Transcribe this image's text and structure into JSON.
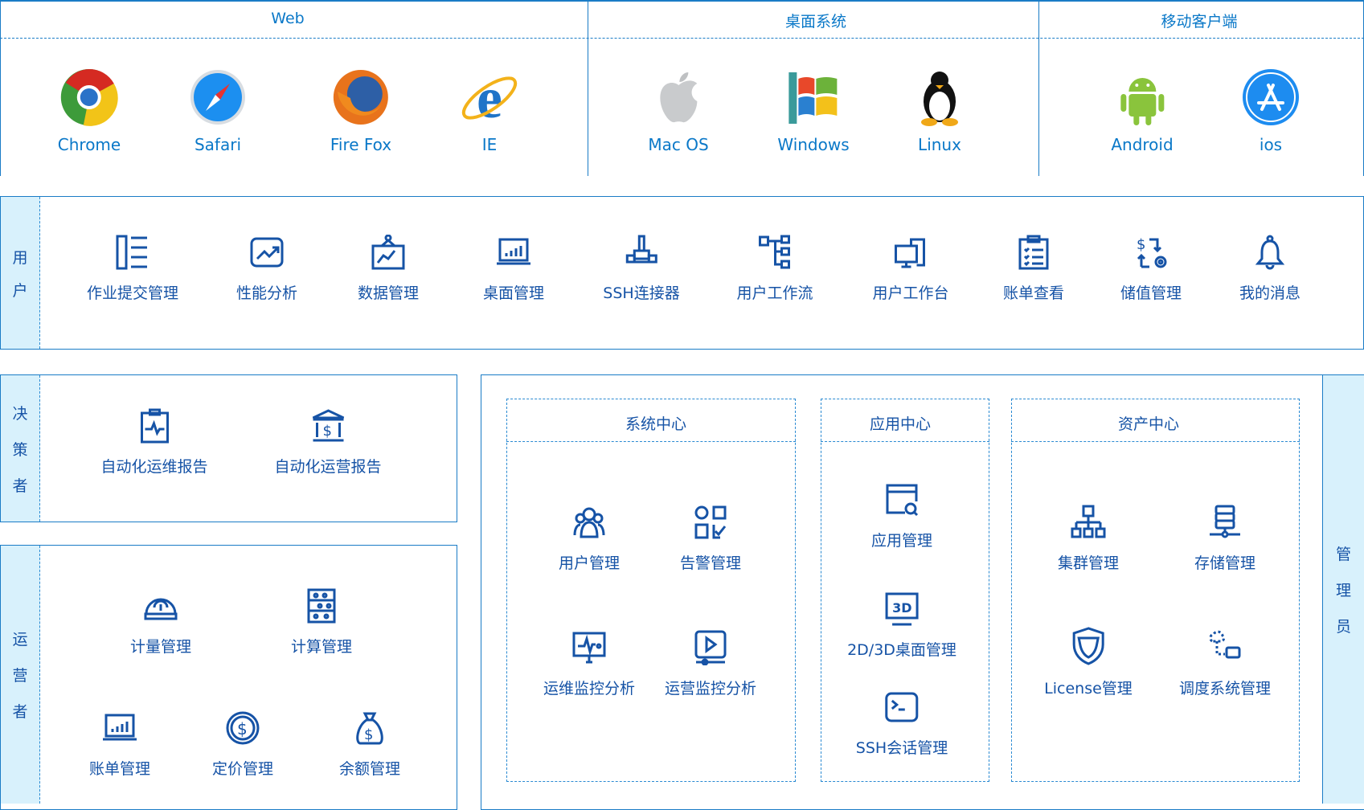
{
  "clients": {
    "groups": [
      {
        "title": "Web"
      },
      {
        "title": "桌面系统"
      },
      {
        "title": "移动客户端"
      }
    ],
    "items": [
      {
        "label": "Chrome",
        "icon": "chrome-icon"
      },
      {
        "label": "Safari",
        "icon": "safari-icon"
      },
      {
        "label": "Fire Fox",
        "icon": "firefox-icon"
      },
      {
        "label": "IE",
        "icon": "ie-icon"
      },
      {
        "label": "Mac OS",
        "icon": "apple-icon"
      },
      {
        "label": "Windows",
        "icon": "windows-icon"
      },
      {
        "label": "Linux",
        "icon": "linux-icon"
      },
      {
        "label": "Android",
        "icon": "android-icon"
      },
      {
        "label": "ios",
        "icon": "app-store-icon"
      }
    ]
  },
  "user": {
    "label_chars": [
      "用",
      "户"
    ],
    "items": [
      {
        "label": "作业提交管理"
      },
      {
        "label": "性能分析"
      },
      {
        "label": "数据管理"
      },
      {
        "label": "桌面管理"
      },
      {
        "label": "SSH连接器"
      },
      {
        "label": "用户工作流"
      },
      {
        "label": "用户工作台"
      },
      {
        "label": "账单查看"
      },
      {
        "label": "储值管理"
      },
      {
        "label": "我的消息"
      }
    ]
  },
  "decision": {
    "label_chars": [
      "决",
      "策",
      "者"
    ],
    "items": [
      {
        "label": "自动化运维报告"
      },
      {
        "label": "自动化运营报告"
      }
    ]
  },
  "operator": {
    "label_chars": [
      "运",
      "营",
      "者"
    ],
    "items": [
      {
        "label": "计量管理"
      },
      {
        "label": "计算管理"
      },
      {
        "label": "账单管理"
      },
      {
        "label": "定价管理"
      },
      {
        "label": "余额管理"
      }
    ]
  },
  "admin": {
    "label_chars": [
      "管",
      "理",
      "员"
    ],
    "system": {
      "title": "系统中心",
      "items": [
        {
          "label": "用户管理"
        },
        {
          "label": "告警管理"
        },
        {
          "label": "运维监控分析"
        },
        {
          "label": "运营监控分析"
        }
      ]
    },
    "app": {
      "title": "应用中心",
      "items": [
        {
          "label": "应用管理"
        },
        {
          "label": "2D/3D桌面管理"
        },
        {
          "label": "SSH会话管理"
        }
      ]
    },
    "asset": {
      "title": "资产中心",
      "items": [
        {
          "label": "集群管理"
        },
        {
          "label": "存储管理"
        },
        {
          "label": "License管理"
        },
        {
          "label": "调度系统管理"
        }
      ]
    }
  },
  "colors": {
    "accent": "#1653a6",
    "header": "#0a78c8",
    "side_bg": "#d8f1fc",
    "border": "#1a7cc6"
  }
}
